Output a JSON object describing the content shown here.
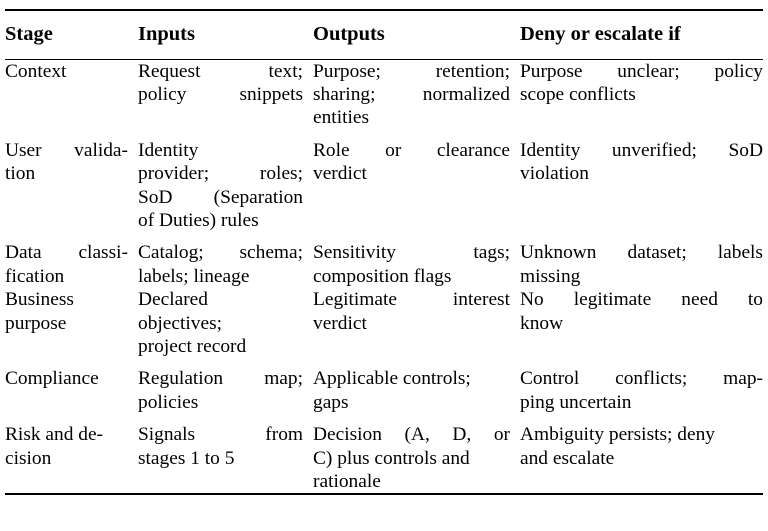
{
  "table": {
    "columns": [
      {
        "key": "stage",
        "label": "Stage"
      },
      {
        "key": "inputs",
        "label": "Inputs"
      },
      {
        "key": "outputs",
        "label": "Outputs"
      },
      {
        "key": "deny",
        "label": "Deny or escalate if"
      }
    ],
    "rows": [
      {
        "stage": "Context",
        "inputs": "Request text; policy snippets",
        "outputs": "Purpose; retention; sharing; normalized entities",
        "deny": "Purpose unclear; policy scope conflicts",
        "lines": {
          "stage": [
            [
              "Context"
            ]
          ],
          "inputs": [
            [
              "Request",
              "text;"
            ],
            [
              "policy",
              "snippets"
            ]
          ],
          "outputs": [
            [
              "Purpose;",
              "retention;"
            ],
            [
              "sharing;",
              "normalized"
            ],
            [
              "entities"
            ]
          ],
          "deny": [
            [
              "Purpose",
              "unclear;",
              "policy"
            ],
            [
              "scope conflicts"
            ]
          ]
        }
      },
      {
        "stage": "User validation",
        "inputs": "Identity provider; roles; SoD (Separation of Duties) rules",
        "outputs": "Role or clearance verdict",
        "deny": "Identity unverified; SoD violation",
        "lines": {
          "stage": [
            [
              "User",
              "valida-"
            ],
            [
              "tion"
            ]
          ],
          "inputs": [
            [
              "Identity"
            ],
            [
              "provider;",
              "roles;"
            ],
            [
              "SoD",
              "(Separation"
            ],
            [
              "of Duties) rules"
            ]
          ],
          "outputs": [
            [
              "Role",
              "or",
              "clearance"
            ],
            [
              "verdict"
            ]
          ],
          "deny": [
            [
              "Identity",
              "unverified;",
              "SoD"
            ],
            [
              "violation"
            ]
          ]
        }
      },
      {
        "stage": "Data classification",
        "inputs": "Catalog; schema; labels; lineage",
        "outputs": "Sensitivity tags; composition flags",
        "deny": "Unknown dataset; labels missing",
        "lines": {
          "stage": [
            [
              "Data",
              "classi-"
            ],
            [
              "fication"
            ]
          ],
          "inputs": [
            [
              "Catalog;",
              "schema;"
            ],
            [
              "labels; lineage"
            ]
          ],
          "outputs": [
            [
              "Sensitivity",
              "tags;"
            ],
            [
              "composition flags"
            ]
          ],
          "deny": [
            [
              "Unknown",
              "dataset;",
              "labels"
            ],
            [
              "missing"
            ]
          ]
        }
      },
      {
        "stage": "Business purpose",
        "inputs": "Declared objectives; project record",
        "outputs": "Legitimate interest verdict",
        "deny": "No legitimate need to know",
        "lines": {
          "stage": [
            [
              "Business"
            ],
            [
              "purpose"
            ]
          ],
          "inputs": [
            [
              "Declared"
            ],
            [
              "objectives;"
            ],
            [
              "project record"
            ]
          ],
          "outputs": [
            [
              "Legitimate",
              "interest"
            ],
            [
              "verdict"
            ]
          ],
          "deny": [
            [
              "No",
              "legitimate",
              "need",
              "to"
            ],
            [
              "know"
            ]
          ]
        }
      },
      {
        "stage": "Compliance",
        "inputs": "Regulation map; policies",
        "outputs": "Applicable controls; gaps",
        "deny": "Control conflicts; mapping uncertain",
        "lines": {
          "stage": [
            [
              "Compliance"
            ]
          ],
          "inputs": [
            [
              "Regulation",
              "map;"
            ],
            [
              "policies"
            ]
          ],
          "outputs": [
            [
              "Applicable controls;"
            ],
            [
              "gaps"
            ]
          ],
          "deny": [
            [
              "Control",
              "conflicts;",
              "map-"
            ],
            [
              "ping uncertain"
            ]
          ]
        }
      },
      {
        "stage": "Risk and decision",
        "inputs": "Signals from stages 1 to 5",
        "outputs": "Decision (A, D, or C) plus controls and rationale",
        "deny": "Ambiguity persists; deny and escalate",
        "lines": {
          "stage": [
            [
              "Risk and de-"
            ],
            [
              "cision"
            ]
          ],
          "inputs": [
            [
              "Signals",
              "from"
            ],
            [
              "stages 1 to 5"
            ]
          ],
          "outputs": [
            [
              "Decision",
              "(A,",
              "D,",
              "or"
            ],
            [
              "C) plus controls and"
            ],
            [
              "rationale"
            ]
          ],
          "deny": [
            [
              "Ambiguity persists; deny"
            ],
            [
              "and escalate"
            ]
          ]
        }
      }
    ]
  }
}
